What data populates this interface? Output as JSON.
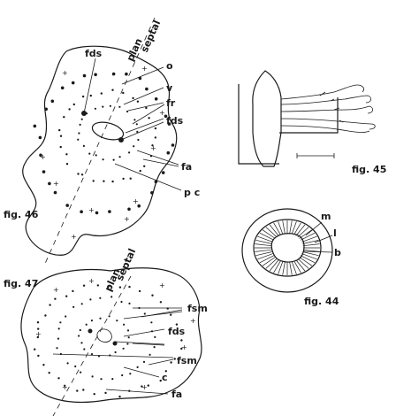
{
  "figures": {
    "fig46": {
      "caption": "fig. 46",
      "plane_label_1": "plan",
      "plane_label_2": "septal",
      "labels": {
        "fds_top": "fds",
        "o": "o",
        "v": "v",
        "fr": "fr",
        "fds_mid": "fds",
        "fa": "fa",
        "pc": "p c"
      }
    },
    "fig45": {
      "caption": "fig. 45"
    },
    "fig44": {
      "caption": "fig. 44",
      "labels": {
        "m": "m",
        "l": "l",
        "b": "b"
      }
    },
    "fig47": {
      "caption": "fig. 47",
      "plane_label_1": "plan",
      "plane_label_2": "septal",
      "labels": {
        "fsm_top": "fsm",
        "fds": "fds",
        "fsm_bottom": "fsm",
        "c": "c",
        "fa": "fa"
      }
    }
  }
}
